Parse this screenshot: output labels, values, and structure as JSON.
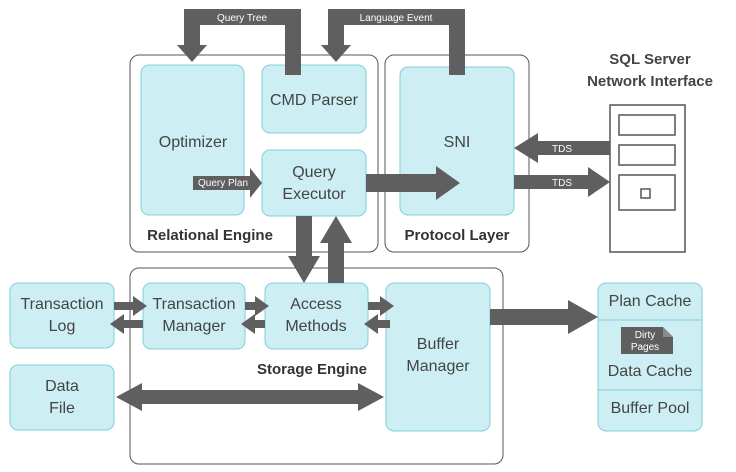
{
  "colors": {
    "box_fill": "#cdeef3",
    "box_stroke": "#7fd0dc",
    "arrow": "#5f5f5f",
    "border": "#555555"
  },
  "groups": {
    "relational_engine": "Relational Engine",
    "protocol_layer": "Protocol Layer",
    "storage_engine": "Storage Engine"
  },
  "components": {
    "optimizer": "Optimizer",
    "cmd_parser": "CMD Parser",
    "query_executor_1": "Query",
    "query_executor_2": "Executor",
    "sni": "SNI",
    "transaction_log_1": "Transaction",
    "transaction_log_2": "Log",
    "data_file_1": "Data",
    "data_file_2": "File",
    "transaction_manager_1": "Transaction",
    "transaction_manager_2": "Manager",
    "access_methods_1": "Access",
    "access_methods_2": "Methods",
    "buffer_manager_1": "Buffer",
    "buffer_manager_2": "Manager",
    "plan_cache": "Plan Cache",
    "data_cache": "Data Cache",
    "buffer_pool": "Buffer Pool",
    "dirty_pages_1": "Dirty",
    "dirty_pages_2": "Pages"
  },
  "arrow_labels": {
    "query_tree": "Query Tree",
    "language_event": "Language Event",
    "query_plan": "Query Plan",
    "tds_in": "TDS",
    "tds_out": "TDS"
  },
  "sni_interface": {
    "title_1": "SQL Server",
    "title_2": "Network Interface",
    "icon": "server-tower-icon"
  }
}
